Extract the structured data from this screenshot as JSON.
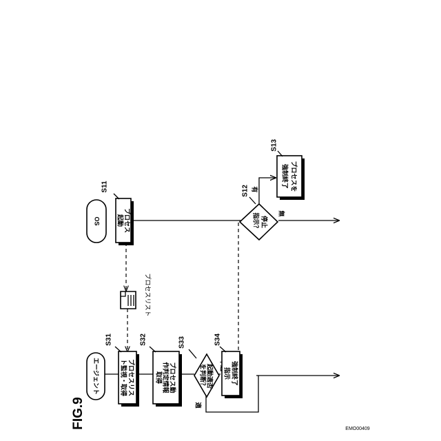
{
  "figure": {
    "title": "FIG.9",
    "code": "EMO00409"
  },
  "os_flow": {
    "start": "OS",
    "s11": {
      "step": "S11",
      "lines": [
        "プロセス",
        "起動"
      ]
    },
    "s12": {
      "step": "S12",
      "lines": [
        "停止",
        "指示？"
      ],
      "yes": "有",
      "no": "無"
    },
    "s13": {
      "step": "S13",
      "lines": [
        "プロセスを",
        "強制終了"
      ]
    }
  },
  "process_list": {
    "label": "プロセスリスト",
    "icon": "document-icon"
  },
  "agent_flow": {
    "start": "エージェント",
    "s31": {
      "step": "S31",
      "lines": [
        "プロセスリス",
        "ト監視・取得"
      ]
    },
    "s32": {
      "step": "S32",
      "lines": [
        "プロセス動",
        "作判定情報",
        "取得"
      ]
    },
    "s33": {
      "step": "S33",
      "lines": [
        "起動適否",
        "を判断？"
      ],
      "ok": "適",
      "ng": "不適"
    },
    "s34": {
      "step": "S34",
      "lines": [
        "強制終了",
        "指示"
      ]
    }
  }
}
